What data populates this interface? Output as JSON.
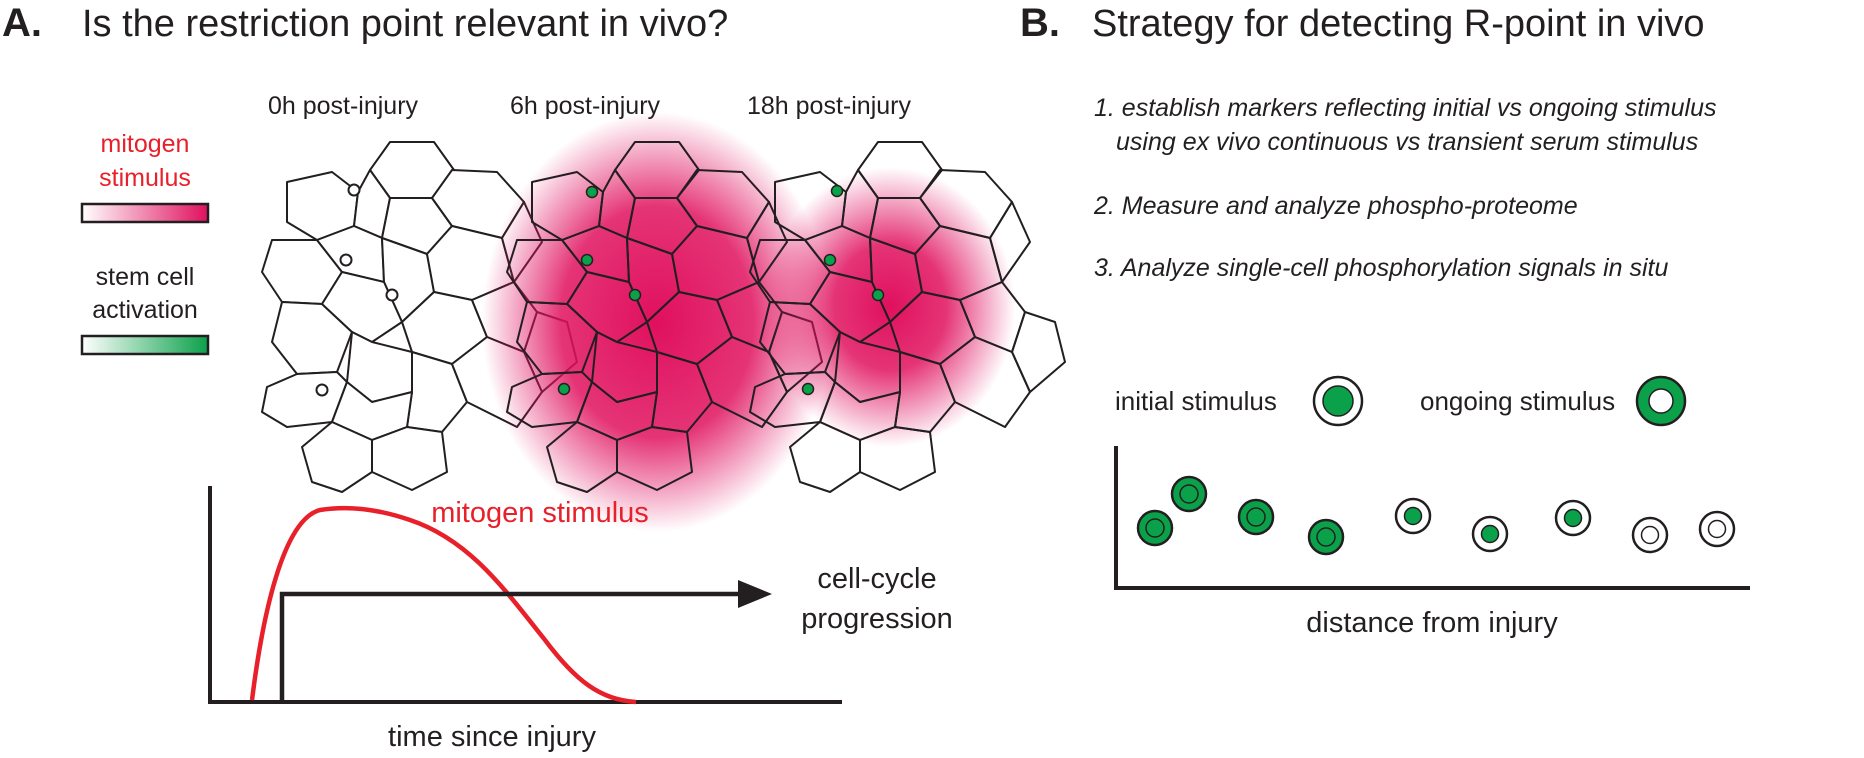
{
  "panel_a": {
    "letter": "A.",
    "title": "Is the restriction point relevant in vivo?",
    "legend": {
      "mitogen_label_line1": "mitogen",
      "mitogen_label_line2": "stimulus",
      "stem_label_line1": "stem cell",
      "stem_label_line2": "activation"
    },
    "timepoints": [
      "0h post-injury",
      "6h post-injury",
      "18h post-injury"
    ],
    "graph": {
      "curve_label": "mitogen stimulus",
      "arrow_label_line1": "cell-cycle",
      "arrow_label_line2": "progression",
      "xlabel": "time since injury"
    }
  },
  "panel_b": {
    "letter": "B.",
    "title": "Strategy for detecting R-point in vivo",
    "steps": [
      "1. establish markers reflecting initial vs ongoing stimulus",
      "using ex vivo continuous vs transient serum stimulus",
      "2. Measure and analyze phospho-proteome",
      "3. Analyze single-cell phosphorylation signals in situ"
    ],
    "legend_initial": "initial stimulus",
    "legend_ongoing": "ongoing stimulus",
    "xlabel": "distance from injury"
  },
  "colors": {
    "mitogen": "#e0105e",
    "stem_green": "#0ba14a",
    "curve_red": "#e8202a",
    "ink": "#231f20"
  }
}
